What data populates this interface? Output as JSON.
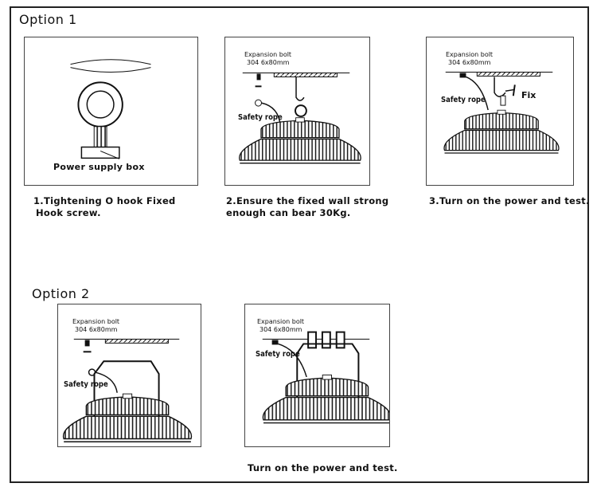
{
  "option1": {
    "title": "Option 1",
    "panels": [
      {
        "label": "Power supply box",
        "caption_lines": [
          "1.Tightening O hook Fixed",
          "Hook screw."
        ]
      },
      {
        "bolt_label": [
          "Expansion bolt",
          "304 6x80mm"
        ],
        "rope_label": "Safety rope",
        "caption_lines": [
          "2.Ensure the fixed wall strong",
          "enough can bear 30Kg."
        ]
      },
      {
        "bolt_label": [
          "Expansion bolt",
          "304 6x80mm"
        ],
        "rope_label": "Safety rope",
        "fix_label": "Fix",
        "caption_lines": [
          "3.Turn on the power and test."
        ]
      }
    ]
  },
  "option2": {
    "title": "Option 2",
    "panels": [
      {
        "bolt_label": [
          "Expansion bolt",
          "304 6x80mm"
        ],
        "rope_label": "Safety rope"
      },
      {
        "bolt_label": [
          "Expansion bolt",
          "304 6x80mm"
        ],
        "rope_label": "Safety rope"
      }
    ],
    "caption": "Turn on the power and test."
  }
}
